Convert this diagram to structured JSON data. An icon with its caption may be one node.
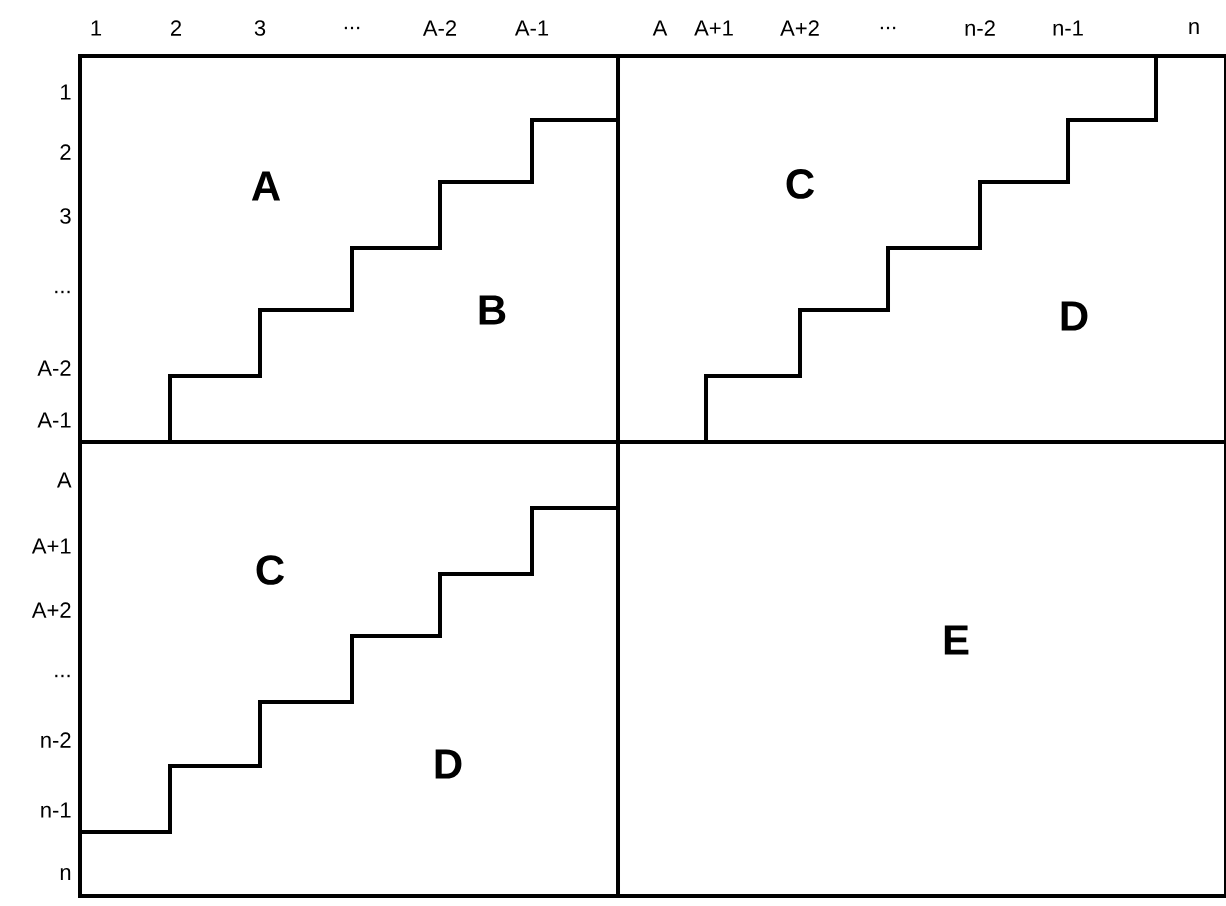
{
  "diagram": {
    "nodes": [
      {
        "text": [
          "A",
          "B"
        ]
      },
      {
        "text": [
          "C",
          "D"
        ]
      },
      {
        "text": [
          "C",
          "D"
        ]
      },
      {
        "text": [
          "E"
        ]
      }
    ],
    "labels": [
      "1",
      "2",
      "3",
      "...",
      "A-2",
      "A-1",
      "A",
      "A+1",
      "A+2",
      "...",
      "n-2",
      "n-1",
      "n",
      "1",
      "2",
      "3",
      "...",
      "A-2",
      "A-1",
      "A",
      "A+1",
      "A+2",
      "...",
      "n-2",
      "n-1",
      "n"
    ]
  }
}
